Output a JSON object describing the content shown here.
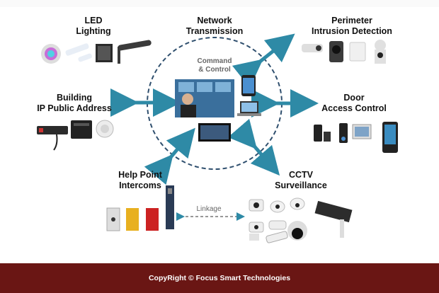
{
  "center": {
    "title": "Network\nTransmission",
    "sub": "Command\n& Control"
  },
  "nodes": {
    "led": "LED\nLighting",
    "perimeter": "Perimeter\nIntrusion Detection",
    "building": "Building\nIP Public Address",
    "door": "Door\nAccess Control",
    "help": "Help Point\nIntercoms",
    "cctv": "CCTV\nSurveillance"
  },
  "linkage": "Linkage",
  "footer": "CopyRight ©  Focus Smart Technologies",
  "colors": {
    "arrow": "#2e8aa6",
    "circle": "#2f4f6e",
    "footer": "#6a1614"
  }
}
